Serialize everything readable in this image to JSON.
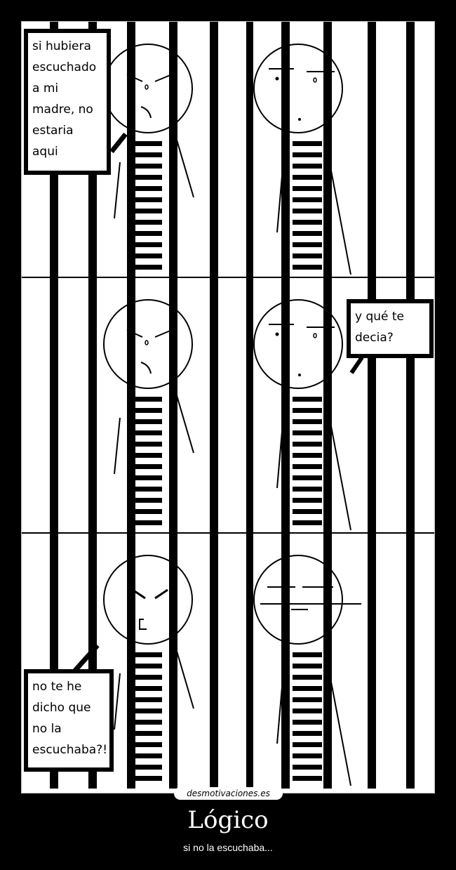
{
  "comic": {
    "panels": [
      {
        "name": "panel-1",
        "speech": "si hubiera\nescuchado\na mi\nmadre, no\nestaria\naqui",
        "speaker": "left"
      },
      {
        "name": "panel-2",
        "speech": "y qué te\ndecia?",
        "speaker": "right"
      },
      {
        "name": "panel-3",
        "speech": "no te he\ndicho que\nno la\nescuchaba?!",
        "speaker": "left"
      }
    ]
  },
  "watermark": "desmotivaciones.es",
  "poster": {
    "title": "Lógico",
    "subtitle": "si no la escuchaba..."
  },
  "colors": {
    "background": "#000000",
    "panel": "#ffffff",
    "ink": "#000000",
    "text": "#ffffff"
  }
}
